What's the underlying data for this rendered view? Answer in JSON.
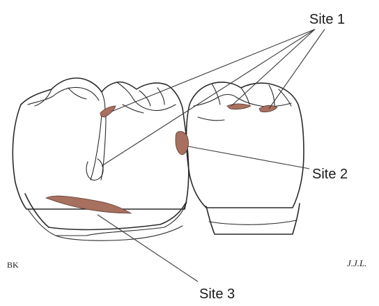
{
  "labels": {
    "site1": "Site 1",
    "site2": "Site 2",
    "site3": "Site 3"
  },
  "signatures": {
    "right": "J.J.L.",
    "left": "BK"
  },
  "colors": {
    "lesion": "#a8705f",
    "outline": "#2a2a2a"
  }
}
